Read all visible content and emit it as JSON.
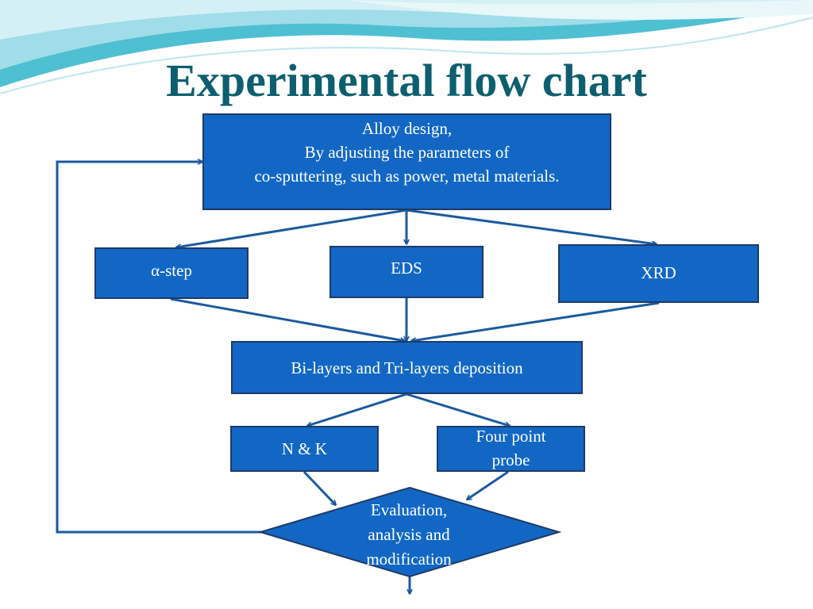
{
  "slide": {
    "title": "Experimental flow chart"
  },
  "colors": {
    "title": "#0d5f6f",
    "box_fill": "#1267c4",
    "box_border": "#1f3a66",
    "box_text": "#ffffff",
    "connector": "#1a5a9e"
  },
  "nodes": {
    "alloy_design": "Alloy design,\nBy adjusting  the parameters of\nco-sputtering, such as power,  metal materials.",
    "alpha_step": "α-step",
    "eds": "EDS",
    "xrd": "XRD",
    "deposition": "Bi-layers and Tri-layers deposition",
    "nk": "N & K",
    "four_point_probe": "Four point\nprobe",
    "evaluation": "Evaluation,\nanalysis and\nmodification"
  },
  "edges": [
    {
      "from": "alloy_design",
      "to": "alpha_step"
    },
    {
      "from": "alloy_design",
      "to": "eds"
    },
    {
      "from": "alloy_design",
      "to": "xrd"
    },
    {
      "from": "alpha_step",
      "to": "deposition"
    },
    {
      "from": "eds",
      "to": "deposition"
    },
    {
      "from": "xrd",
      "to": "deposition"
    },
    {
      "from": "deposition",
      "to": "nk"
    },
    {
      "from": "deposition",
      "to": "four_point_probe"
    },
    {
      "from": "nk",
      "to": "evaluation"
    },
    {
      "from": "four_point_probe",
      "to": "evaluation"
    },
    {
      "from": "evaluation",
      "to": "alloy_design",
      "kind": "feedback-loop"
    },
    {
      "from": "evaluation",
      "to": "",
      "kind": "exit-down"
    }
  ]
}
